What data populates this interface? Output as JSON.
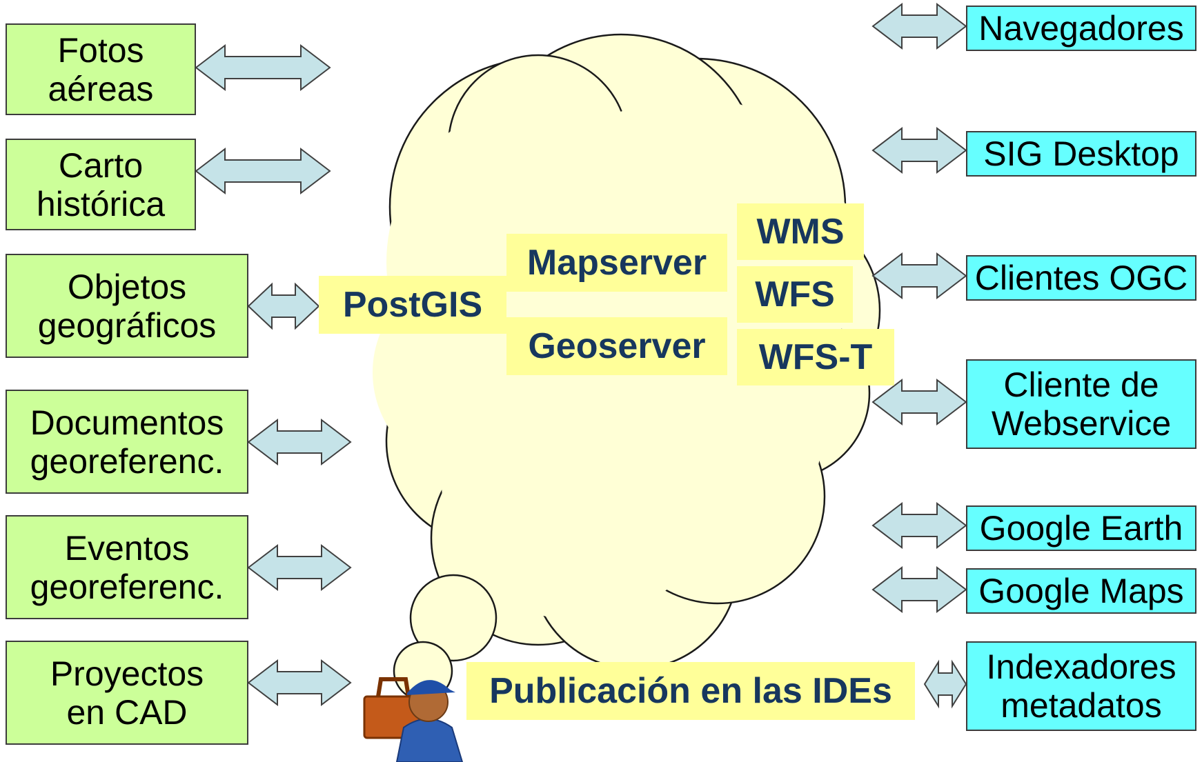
{
  "sources": [
    {
      "lines": [
        "Fotos",
        "aéreas"
      ]
    },
    {
      "lines": [
        "Carto",
        "histórica"
      ]
    },
    {
      "lines": [
        "Objetos",
        "geográficos"
      ]
    },
    {
      "lines": [
        "Documentos",
        "georeferenc."
      ]
    },
    {
      "lines": [
        "Eventos",
        "georeferenc."
      ]
    },
    {
      "lines": [
        "Proyectos",
        "en CAD"
      ]
    }
  ],
  "clients": [
    {
      "lines": [
        "Navegadores"
      ]
    },
    {
      "lines": [
        "SIG Desktop"
      ]
    },
    {
      "lines": [
        "Clientes OGC"
      ]
    },
    {
      "lines": [
        "Cliente de",
        "Webservice"
      ]
    },
    {
      "lines": [
        "Google Earth"
      ]
    },
    {
      "lines": [
        "Google Maps"
      ]
    },
    {
      "lines": [
        "Indexadores",
        "metadatos"
      ]
    }
  ],
  "server": {
    "postgis": "PostGIS",
    "mapserver": "Mapserver",
    "geoserver": "Geoserver",
    "wms": "WMS",
    "wfs": "WFS",
    "wfst": "WFS-T",
    "publication": "Publicación en las IDEs"
  },
  "icons": {
    "person": "worker-with-toolbox-icon"
  },
  "colors": {
    "source_fill": "#ccff99",
    "client_fill": "#66ffff",
    "label_fill": "#ffff99",
    "label_text": "#17375e",
    "cloud_fill": "#ffffd6",
    "arrow_fill": "#c5e3e8",
    "arrow_stroke": "#404040"
  }
}
